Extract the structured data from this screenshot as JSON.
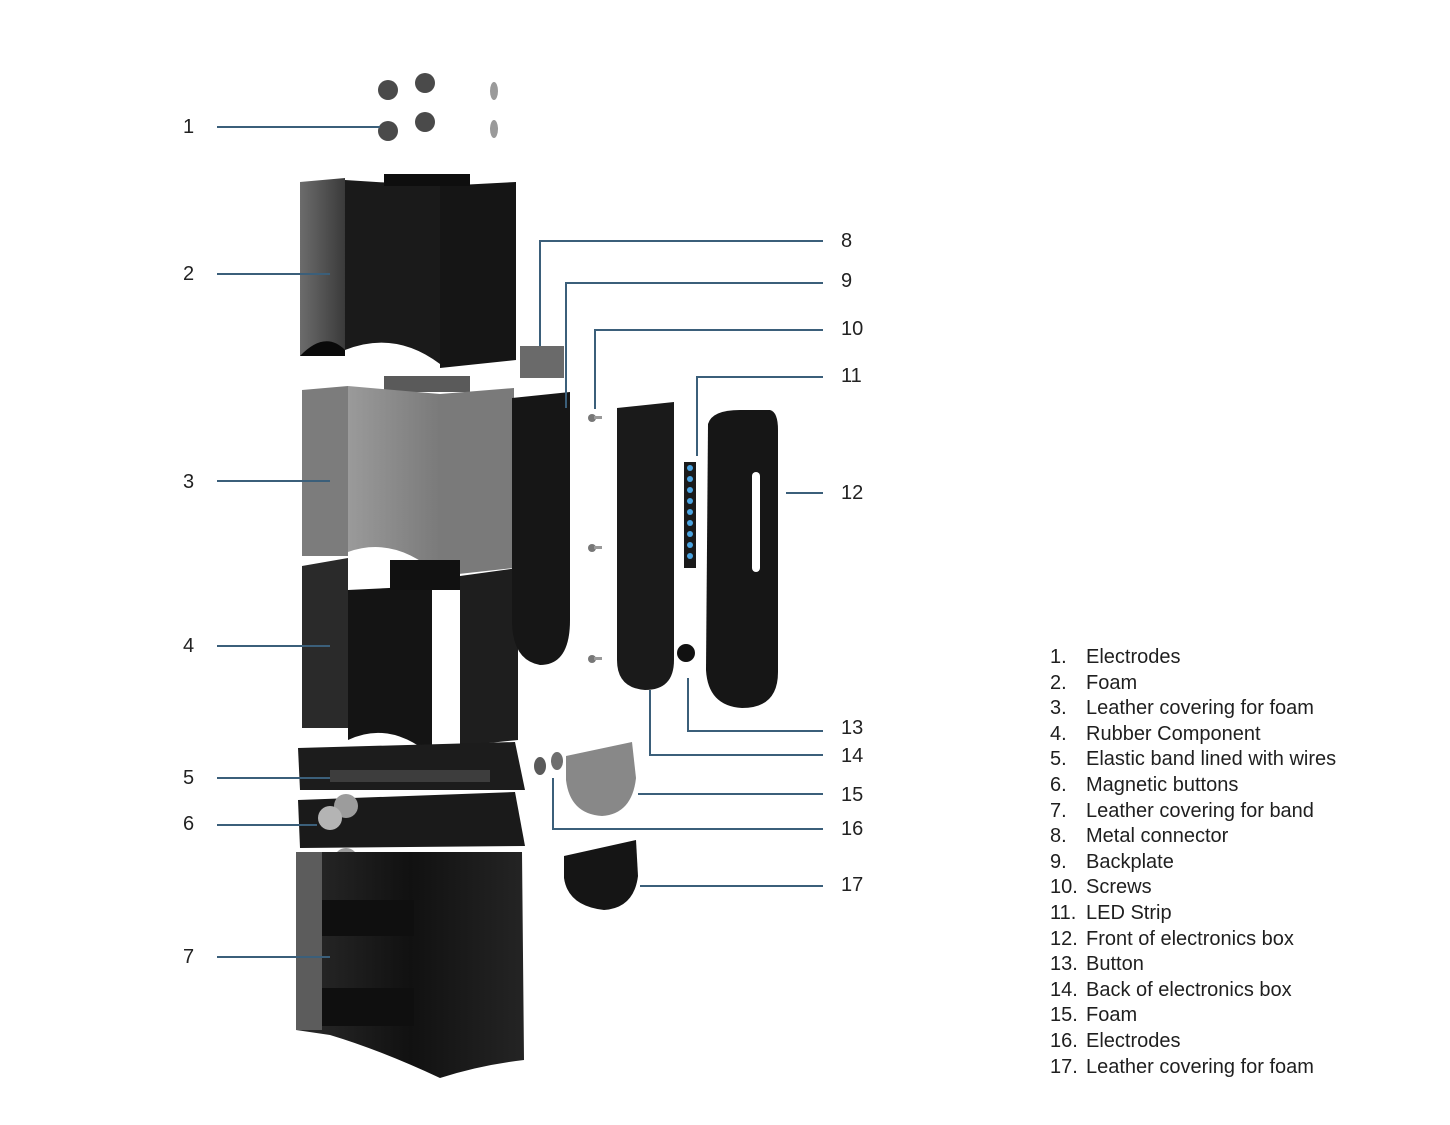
{
  "callouts": [
    "1",
    "2",
    "3",
    "4",
    "5",
    "6",
    "7",
    "8",
    "9",
    "10",
    "11",
    "12",
    "13",
    "14",
    "15",
    "16",
    "17"
  ],
  "legend": [
    {
      "index": "1.",
      "label": "Electrodes"
    },
    {
      "index": "2.",
      "label": "Foam"
    },
    {
      "index": "3.",
      "label": "Leather covering for foam"
    },
    {
      "index": "4.",
      "label": "Rubber Component"
    },
    {
      "index": "5.",
      "label": "Elastic band lined with wires"
    },
    {
      "index": "6.",
      "label": "Magnetic buttons"
    },
    {
      "index": "7.",
      "label": "Leather covering for band"
    },
    {
      "index": "8.",
      "label": "Metal connector"
    },
    {
      "index": "9.",
      "label": "Backplate"
    },
    {
      "index": "10.",
      "label": "Screws"
    },
    {
      "index": "11.",
      "label": "LED Strip"
    },
    {
      "index": "12.",
      "label": "Front of electronics box"
    },
    {
      "index": "13.",
      "label": "Button"
    },
    {
      "index": "14.",
      "label": "Back of electronics box"
    },
    {
      "index": "15.",
      "label": "Foam"
    },
    {
      "index": "16.",
      "label": "Electrodes"
    },
    {
      "index": "17.",
      "label": "Leather covering for foam"
    }
  ],
  "colors": {
    "leader": "#3b5f7a",
    "led": "#4aa3e0",
    "dark_part": "#1c1c1c",
    "grey_part": "#8d8d8d"
  }
}
